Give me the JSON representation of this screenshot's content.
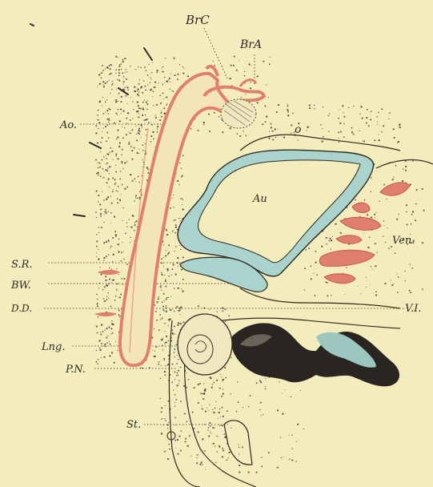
{
  "figure": {
    "colors": {
      "paper": "#f3ecbd",
      "ink": "#2f2a22",
      "vessel_red": "#e07f6c",
      "atrium_blue": "#a9d3cc",
      "pigment_dark": "#2a2521"
    },
    "labels": {
      "brc": "BrC",
      "bra": "BrA",
      "ao": "Ao.",
      "o": "o",
      "au": "Au",
      "ven": "Ven.",
      "sr": "S.R.",
      "bw": "BW.",
      "dd": "D.D.",
      "vi": "V.I.",
      "lng": "Lng.",
      "pn": "P.N.",
      "st": "St."
    }
  }
}
